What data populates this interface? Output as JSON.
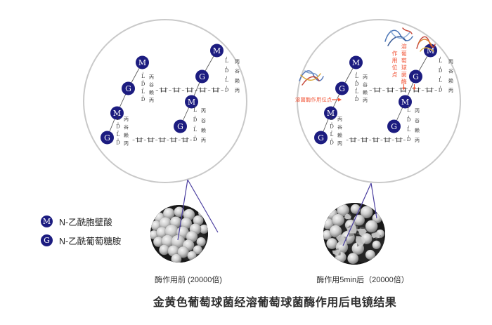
{
  "figure": {
    "title": "金黄色葡萄球菌经溶葡萄球菌酶作用后电镜结果"
  },
  "legend": {
    "items": [
      {
        "symbol": "M",
        "label": "N-乙酰胞壁酸"
      },
      {
        "symbol": "G",
        "label": "N-乙酰葡萄糖胺"
      }
    ]
  },
  "molecule": {
    "node_labels": [
      "M",
      "G"
    ],
    "stem_letters": [
      "L",
      "D",
      "L",
      "D"
    ],
    "stem_acids": [
      "丙",
      "谷",
      "赖",
      "丙"
    ],
    "bridge_text": "-甘-甘-甘-甘-甘-",
    "colors": {
      "node_fill": "#1c1c80",
      "node_text": "#ffffff",
      "chain_text": "#3f3f3f",
      "bond": "#5a5a5a"
    }
  },
  "annotations": {
    "lysozyme_site_label": "溶菌酶作用位点",
    "lysostaphin_enzyme_label": "溶葡萄球菌酶",
    "lysostaphin_site_label": "作用位点",
    "color": "#f15638"
  },
  "micrographs": {
    "before": {
      "caption": "酶作用前 (20000倍)"
    },
    "after": {
      "caption": "酶作用5min后（20000倍）"
    }
  },
  "style": {
    "circle_border": "#c9c9c9",
    "callout_line": "#4b3fa0"
  }
}
